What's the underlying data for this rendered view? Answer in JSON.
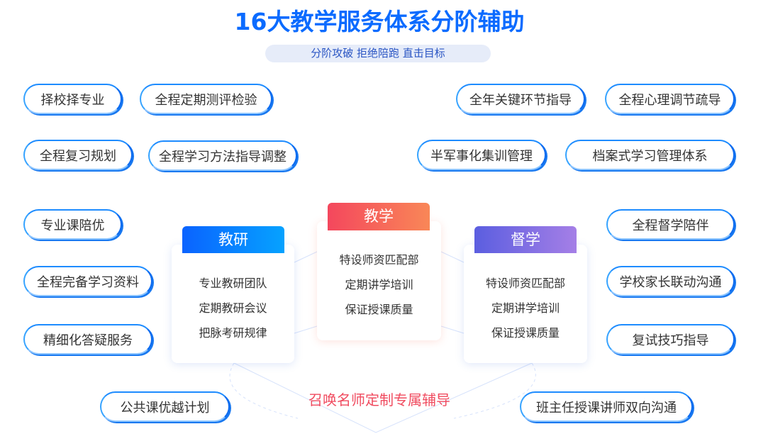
{
  "title": "16大教学服务体系分阶辅助",
  "subtitle": "分阶攻破 拒绝陪跑 直击目标",
  "left_pills": [
    "择校择专业",
    "全程定期测评检验",
    "全程复习规划",
    "全程学习方法指导调整",
    "专业课陪优",
    "全程完备学习资料",
    "精细化答疑服务",
    "公共课优越计划"
  ],
  "right_pills": [
    "全年关键环节指导",
    "全程心理调节疏导",
    "半军事化集训管理",
    "档案式学习管理体系",
    "全程督学陪伴",
    "学校家长联动沟通",
    "复试技巧指导",
    "班主任授课讲师双向沟通"
  ],
  "cards": [
    {
      "title": "教研",
      "items": [
        "专业教研团队",
        "定期教研会议",
        "把脉考研规律"
      ]
    },
    {
      "title": "教学",
      "items": [
        "特设师资匹配部",
        "定期讲学培训",
        "保证授课质量"
      ]
    },
    {
      "title": "督学",
      "items": [
        "特设师资匹配部",
        "定期讲学培训",
        "保证授课质量"
      ]
    }
  ],
  "bottom_text": "召唤名师定制专属辅导"
}
